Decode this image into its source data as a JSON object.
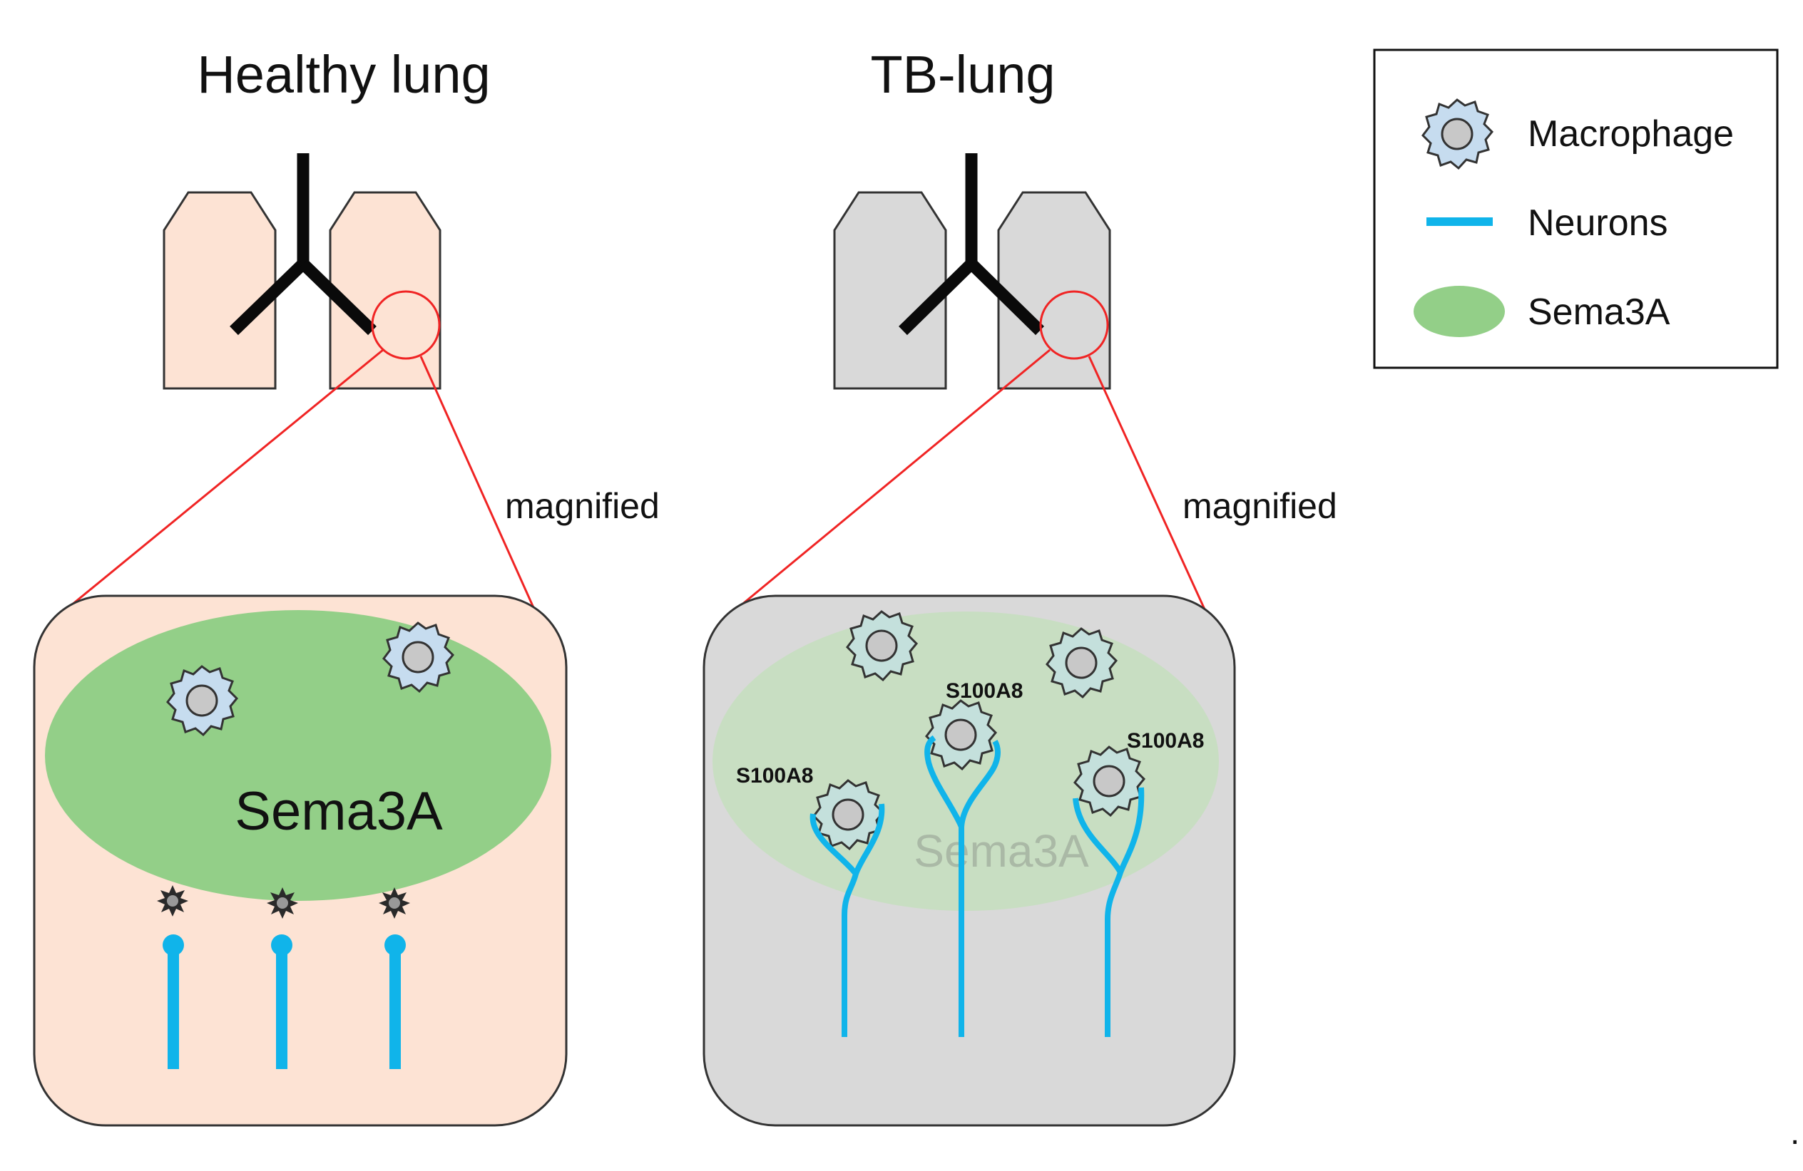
{
  "panels": {
    "healthy": {
      "title": "Healthy lung",
      "zoom_label": "magnified",
      "region_label": "Sema3A",
      "fill": "#fde3d4"
    },
    "tb": {
      "title": "TB-lung",
      "zoom_label": "magnified",
      "region_label": "Sema3A",
      "fill": "#d9d9d9",
      "markers": [
        "S100A8",
        "S100A8",
        "S100A8"
      ]
    }
  },
  "legend": {
    "items": [
      {
        "label": "Macrophage",
        "icon": "macrophage-icon"
      },
      {
        "label": "Neurons",
        "icon": "neuron-line-icon"
      },
      {
        "label": "Sema3A",
        "icon": "sema3a-ellipse-icon"
      }
    ]
  },
  "trailing_mark": ".",
  "colors": {
    "sema3a": "#93cf88",
    "neuron": "#10b4ea",
    "macrophage": "#c6dcef",
    "macrophage_tb": "#c4e0dc",
    "zoom_line": "#f02424",
    "airway": "#0a0a0a"
  }
}
